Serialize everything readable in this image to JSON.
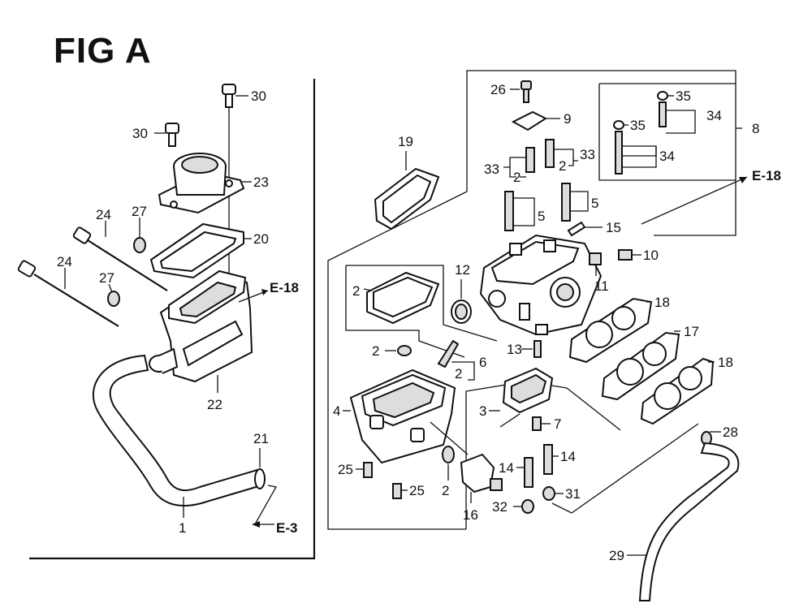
{
  "figure": {
    "title": "FIG A",
    "callouts": [
      "1",
      "2",
      "3",
      "4",
      "5",
      "6",
      "7",
      "8",
      "9",
      "10",
      "11",
      "12",
      "13",
      "14",
      "15",
      "16",
      "17",
      "18",
      "19",
      "20",
      "21",
      "22",
      "23",
      "24",
      "25",
      "26",
      "27",
      "28",
      "29",
      "30",
      "31",
      "32",
      "33",
      "34",
      "35"
    ],
    "references": [
      "E-18",
      "E-3"
    ]
  },
  "labels": {
    "l30a": "30",
    "l30b": "30",
    "l23": "23",
    "l24a": "24",
    "l24b": "24",
    "l27a": "27",
    "l27b": "27",
    "l20": "20",
    "l22": "22",
    "l21": "21",
    "l1": "1",
    "l19": "19",
    "l2a": "2",
    "l2b": "2",
    "l2c": "2",
    "l2d": "2",
    "l2e": "2",
    "l2f": "2",
    "l12": "12",
    "l6": "6",
    "l4": "4",
    "l3": "3",
    "l7": "7",
    "l13": "13",
    "l14a": "14",
    "l14b": "14",
    "l16": "16",
    "l25a": "25",
    "l25b": "25",
    "l31": "31",
    "l32": "32",
    "l26": "26",
    "l9": "9",
    "l33a": "33",
    "l33b": "33",
    "l5a": "5",
    "l5b": "5",
    "l15": "15",
    "l10": "10",
    "l11": "11",
    "l35a": "35",
    "l35b": "35",
    "l34a": "34",
    "l34b": "34",
    "l8": "8",
    "l18a": "18",
    "l18b": "18",
    "l17": "17",
    "l28": "28",
    "l29": "29",
    "e18a": "E-18",
    "e18b": "E-18",
    "e3": "E-3"
  }
}
